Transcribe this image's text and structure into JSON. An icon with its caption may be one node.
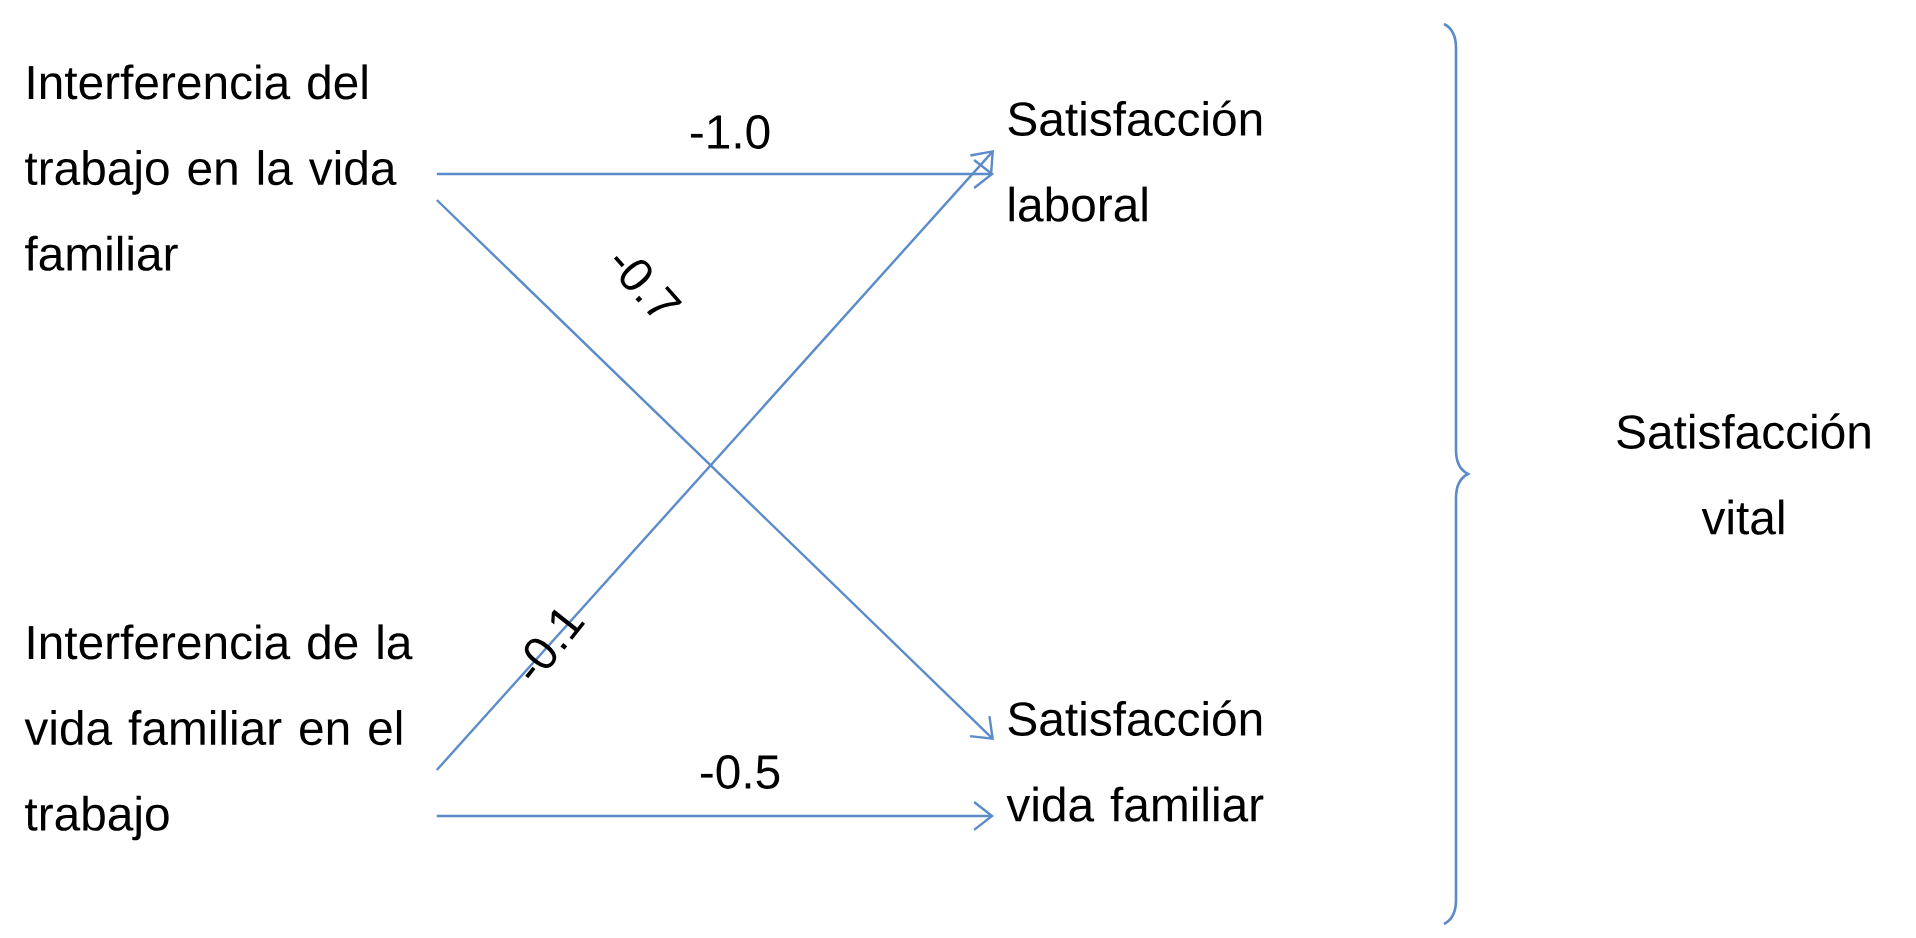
{
  "diagram": {
    "nodes": [
      {
        "text": [
          "Interferencia del trabajo en la vida familiar"
        ]
      },
      {
        "text": [
          "Satisfacción laboral"
        ]
      },
      {
        "text": [
          "Interferencia de la vida familiar en el trabajo"
        ]
      },
      {
        "text": [
          "Satisfacción vida familiar"
        ]
      },
      {
        "text": [
          "Satisfacción vital"
        ]
      }
    ],
    "edges": [
      {
        "from": 0,
        "to": 1,
        "arrow": "to",
        "label": "-1.0"
      },
      {
        "from": 0,
        "to": 3,
        "arrow": "to",
        "label": "-0.7"
      },
      {
        "from": 2,
        "to": 1,
        "arrow": "to",
        "label": "-0.1"
      },
      {
        "from": 2,
        "to": 3,
        "arrow": "to",
        "label": "-0.5"
      }
    ]
  }
}
